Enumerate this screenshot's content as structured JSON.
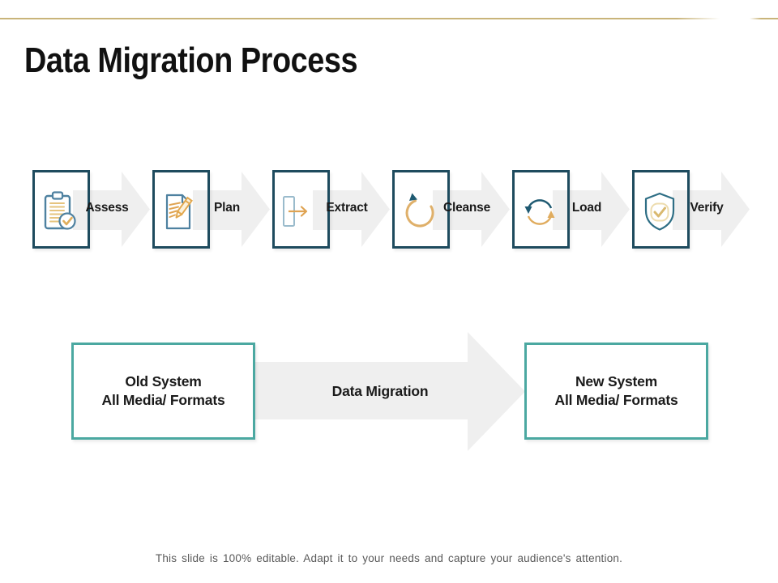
{
  "slide": {
    "title": "Data Migration Process",
    "footer": "This slide is 100% editable. Adapt it to your needs and capture your audience's attention."
  },
  "colors": {
    "accent_line": "#C9B47A",
    "step_box_border": "#1E4B5E",
    "system_box_border": "#4BA8A1",
    "arrow_fill": "#EFEFEF",
    "icon_blue": "#4E81A0",
    "icon_teal_dark": "#1F5A72",
    "icon_tan": "#E0AC5E"
  },
  "process_steps": [
    {
      "label": "Assess",
      "icon": "clipboard-check-icon"
    },
    {
      "label": "Plan",
      "icon": "document-pencil-icon"
    },
    {
      "label": "Extract",
      "icon": "extract-arrow-icon"
    },
    {
      "label": "Cleanse",
      "icon": "circular-arrow-icon"
    },
    {
      "label": "Load",
      "icon": "sync-arrows-icon"
    },
    {
      "label": "Verify",
      "icon": "shield-check-icon"
    }
  ],
  "migration": {
    "source_line1": "Old System",
    "source_line2": "All Media/ Formats",
    "arrow_label": "Data Migration",
    "target_line1": "New System",
    "target_line2": "All Media/ Formats"
  }
}
